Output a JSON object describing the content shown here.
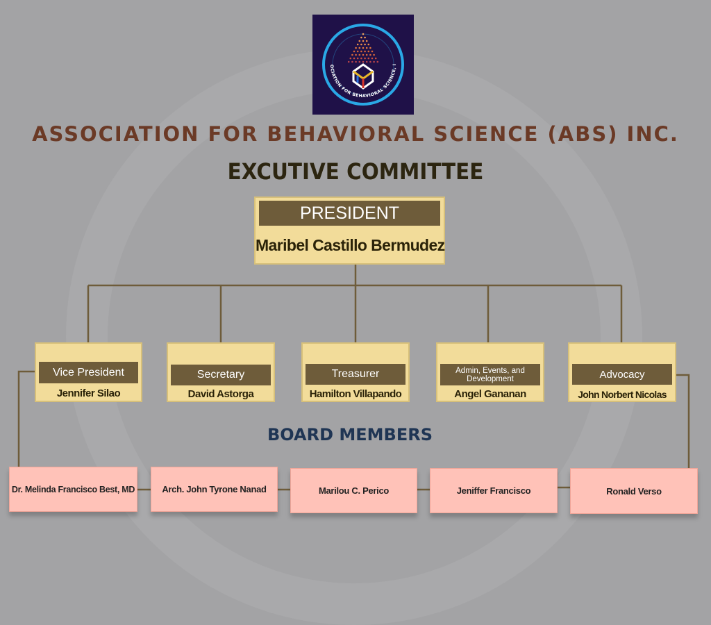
{
  "logo": {
    "ring_text": "ASSOCIATION FOR BEHAVIORAL SCIENCE, INC.",
    "colors": {
      "background": "#1f1148",
      "ring": "#2aa8e6",
      "inner": "#ffffff"
    }
  },
  "org_title": "ASSOCIATION FOR BEHAVIORAL SCIENCE (ABS) INC.",
  "committee_title": "EXCUTIVE COMMITTEE",
  "president": {
    "role": "PRESIDENT",
    "name": "Maribel Castillo Bermudez"
  },
  "officers": [
    {
      "role": "Vice President",
      "name": "Jennifer Silao"
    },
    {
      "role": "Secretary",
      "name": "David Astorga"
    },
    {
      "role": "Treasurer",
      "name": "Hamilton Villapando"
    },
    {
      "role": "Admin, Events, and Development",
      "name": "Angel Gananan"
    },
    {
      "role": "Advocacy",
      "name": "John Norbert Nicolas"
    }
  ],
  "board_title": "BOARD MEMBERS",
  "board_members": [
    "Dr. Melinda Francisco Best, MD",
    "Arch. John Tyrone Nanad",
    "Marilou C. Perico",
    "Jeniffer Francisco",
    "Ronald Verso"
  ],
  "colors": {
    "background": "#a3a3a5",
    "box_fill": "#f2dc9a",
    "role_bar": "#6e5c3a",
    "connector": "#6e5c3a",
    "board_box": "#ffc2b8",
    "org_title": "#6b3a26",
    "board_title": "#1f3554"
  }
}
